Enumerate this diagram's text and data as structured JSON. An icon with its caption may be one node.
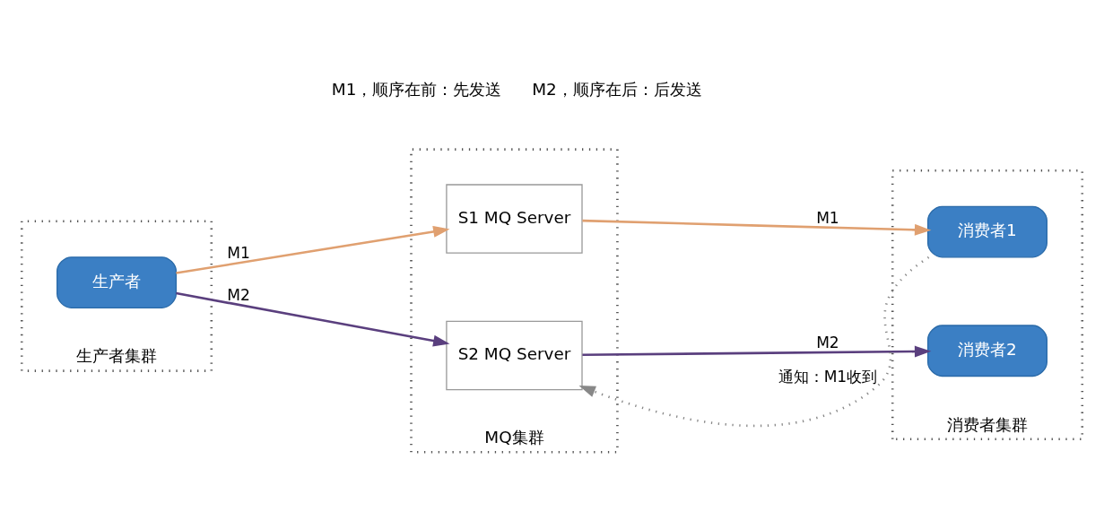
{
  "diagram": {
    "nodes": [
      {
        "text": [
          "生产者集群"
        ]
      },
      {
        "text": [
          "生产者"
        ],
        "in": 0
      },
      {
        "text": [
          "MQ集群"
        ]
      },
      {
        "text": [
          "S1 MQ Server"
        ],
        "in": 2
      },
      {
        "text": [
          "S2 MQ Server"
        ],
        "in": 2
      },
      {
        "text": [
          "消费者集群"
        ]
      },
      {
        "text": [
          "消费者1"
        ],
        "in": 5
      },
      {
        "text": [
          "消费者2"
        ],
        "in": 5
      }
    ],
    "edges": [
      {
        "from": 1,
        "to": 3,
        "arrow": "to",
        "label": "M1",
        "color": "#e0a070"
      },
      {
        "from": 1,
        "to": 4,
        "arrow": "to",
        "label": "M2",
        "color": "#5a3f7e"
      },
      {
        "from": 3,
        "to": 6,
        "arrow": "to",
        "label": "M1",
        "color": "#e0a070"
      },
      {
        "from": 4,
        "to": 7,
        "arrow": "to",
        "label": "M2",
        "color": "#5a3f7e"
      },
      {
        "from": 6,
        "to": 4,
        "arrow": "to",
        "label": "通知：M1收到",
        "style": "dashed",
        "color": "#888888"
      }
    ],
    "legend": [
      {
        "text": "M1，顺序在前：先发送"
      },
      {
        "text": "M2，顺序在后：后发送"
      }
    ]
  }
}
